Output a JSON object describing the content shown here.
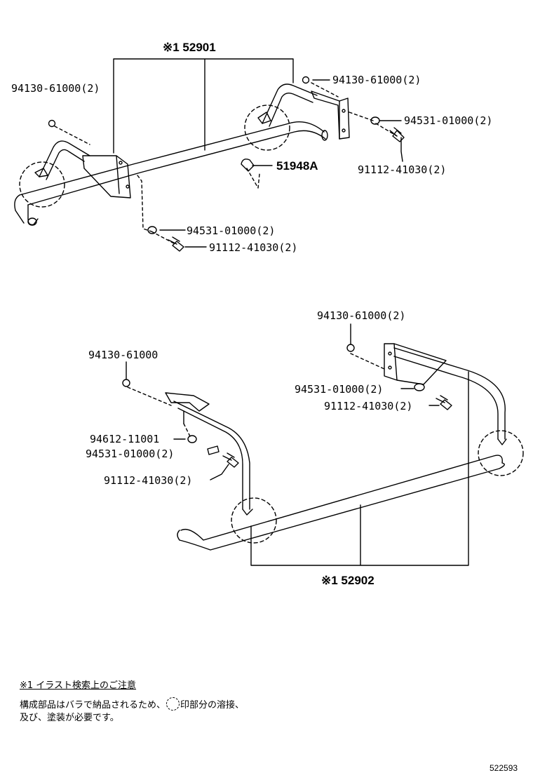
{
  "diagram": {
    "top": {
      "ref": "※1 52901",
      "labels": {
        "nut_left": "94130-61000(2)",
        "nut_right": "94130-61000(2)",
        "washer_right": "94531-01000(2)",
        "bolt_right": "91112-41030(2)",
        "clip": "51948A",
        "washer_bottom": "94531-01000(2)",
        "bolt_bottom": "91112-41030(2)"
      }
    },
    "bottom": {
      "ref": "※1 52902",
      "labels": {
        "nut_top_right": "94130-61000(2)",
        "nut_left": "94130-61000",
        "washer_right": "94531-01000(2)",
        "bolt_right": "91112-41030(2)",
        "spacer": "94612-11001",
        "washer_left": "94531-01000(2)",
        "bolt_left": "91112-41030(2)"
      }
    }
  },
  "note": {
    "title": "※1 イラスト検索上のご注意",
    "line1_a": "構成部品はバラで納品されるため、",
    "line1_b": "印部分の溶接、",
    "line2": "及び、塗装が必要です。"
  },
  "figure_number": "522593"
}
